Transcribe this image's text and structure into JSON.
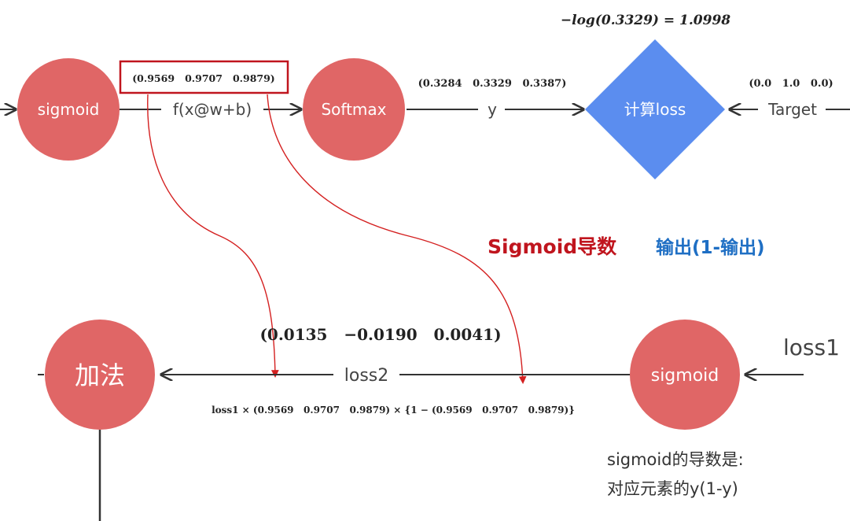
{
  "nodes": {
    "sigmoid_top": "sigmoid",
    "softmax": "Softmax",
    "loss_calc": "计算loss",
    "add": "加法",
    "sigmoid_bottom": "sigmoid"
  },
  "edges": {
    "fx": "f(x@w+b)",
    "y": "y",
    "target": "Target",
    "loss2": "loss2",
    "loss1": "loss1"
  },
  "vectors": {
    "sigmoid_output": "(0.9569   0.9707   0.9879)",
    "softmax_output": "(0.3284   0.3329   0.3387)",
    "target_vector": "(0.0   1.0   0.0)",
    "loss_value": "−log(0.3329) = 1.0998",
    "gradient": "(0.0135   −0.0190   0.0041)",
    "formula": "loss1 × (0.9569   0.9707   0.9879) × {1 − (0.9569   0.9707   0.9879)}"
  },
  "heading": {
    "red": "Sigmoid导数",
    "blue": "输出(1-输出)"
  },
  "note": {
    "line1": "sigmoid的导数是:",
    "line2": "对应元素的y(1-y)"
  },
  "colors": {
    "node_red": "#e06666",
    "diamond_blue": "#5b8def",
    "highlight_box": "#c0151e",
    "curve_red": "#d42020"
  }
}
